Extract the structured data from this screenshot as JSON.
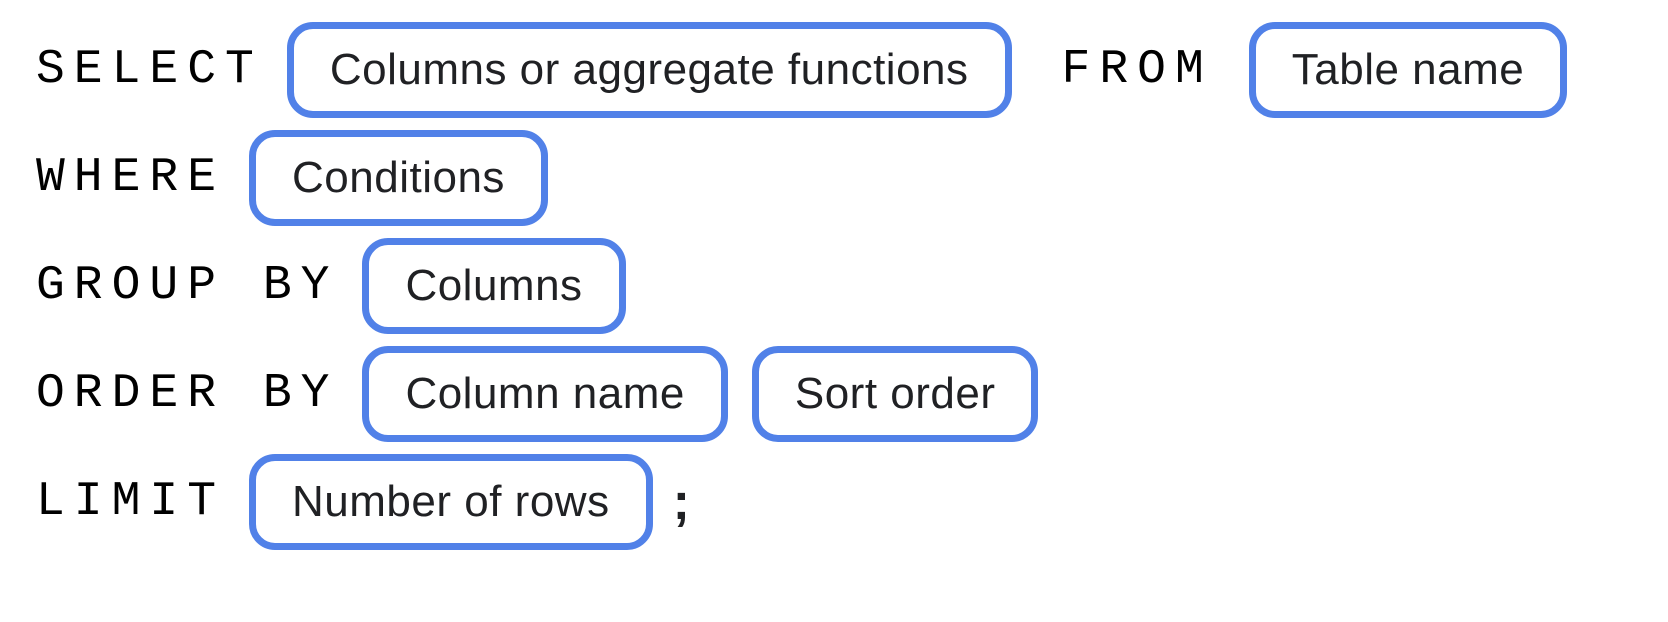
{
  "sql_diagram": {
    "colors": {
      "background": "#ffffff",
      "pill_border": "#5181E8",
      "keyword_text": "#000000",
      "pill_text": "#202124"
    },
    "rows": [
      {
        "keyword": "SELECT",
        "pill1": "Columns or aggregate functions",
        "keyword2": "FROM",
        "pill2": "Table name"
      },
      {
        "keyword": "WHERE",
        "pill1": "Conditions"
      },
      {
        "keyword": "GROUP BY",
        "pill1": "Columns"
      },
      {
        "keyword": "ORDER BY",
        "pill1": "Column name",
        "pill2": "Sort order"
      },
      {
        "keyword": "LIMIT",
        "pill1": "Number of rows",
        "punctuation": ";"
      }
    ]
  }
}
